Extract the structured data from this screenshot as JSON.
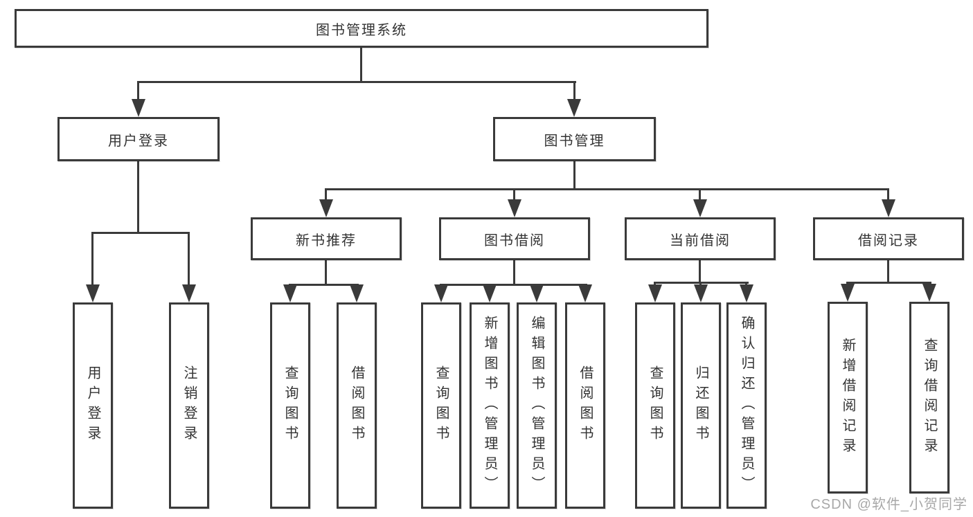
{
  "tree": {
    "root": {
      "label": "图书管理系统"
    },
    "branches": [
      {
        "label": "用户登录",
        "children": [
          {
            "label": "用户登录"
          },
          {
            "label": "注销登录"
          }
        ]
      },
      {
        "label": "图书管理",
        "groups": [
          {
            "label": "新书推荐",
            "children": [
              {
                "label": "查询图书"
              },
              {
                "label": "借阅图书"
              }
            ]
          },
          {
            "label": "图书借阅",
            "children": [
              {
                "label": "查询图书"
              },
              {
                "label": "新增图书（管理员）"
              },
              {
                "label": "编辑图书（管理员）"
              },
              {
                "label": "借阅图书"
              }
            ]
          },
          {
            "label": "当前借阅",
            "children": [
              {
                "label": "查询图书"
              },
              {
                "label": "归还图书"
              },
              {
                "label": "确认归还（管理员）"
              }
            ]
          },
          {
            "label": "借阅记录",
            "children": [
              {
                "label": "新增借阅记录"
              },
              {
                "label": "查询借阅记录"
              }
            ]
          }
        ]
      }
    ]
  },
  "watermark": {
    "text": "CSDN @软件_小贺同学"
  },
  "colors": {
    "background": "#ffffff",
    "box_border": "#3a3a3a",
    "line": "#3a3a3a",
    "text": "#333333",
    "watermark": "#a8a8a8"
  }
}
